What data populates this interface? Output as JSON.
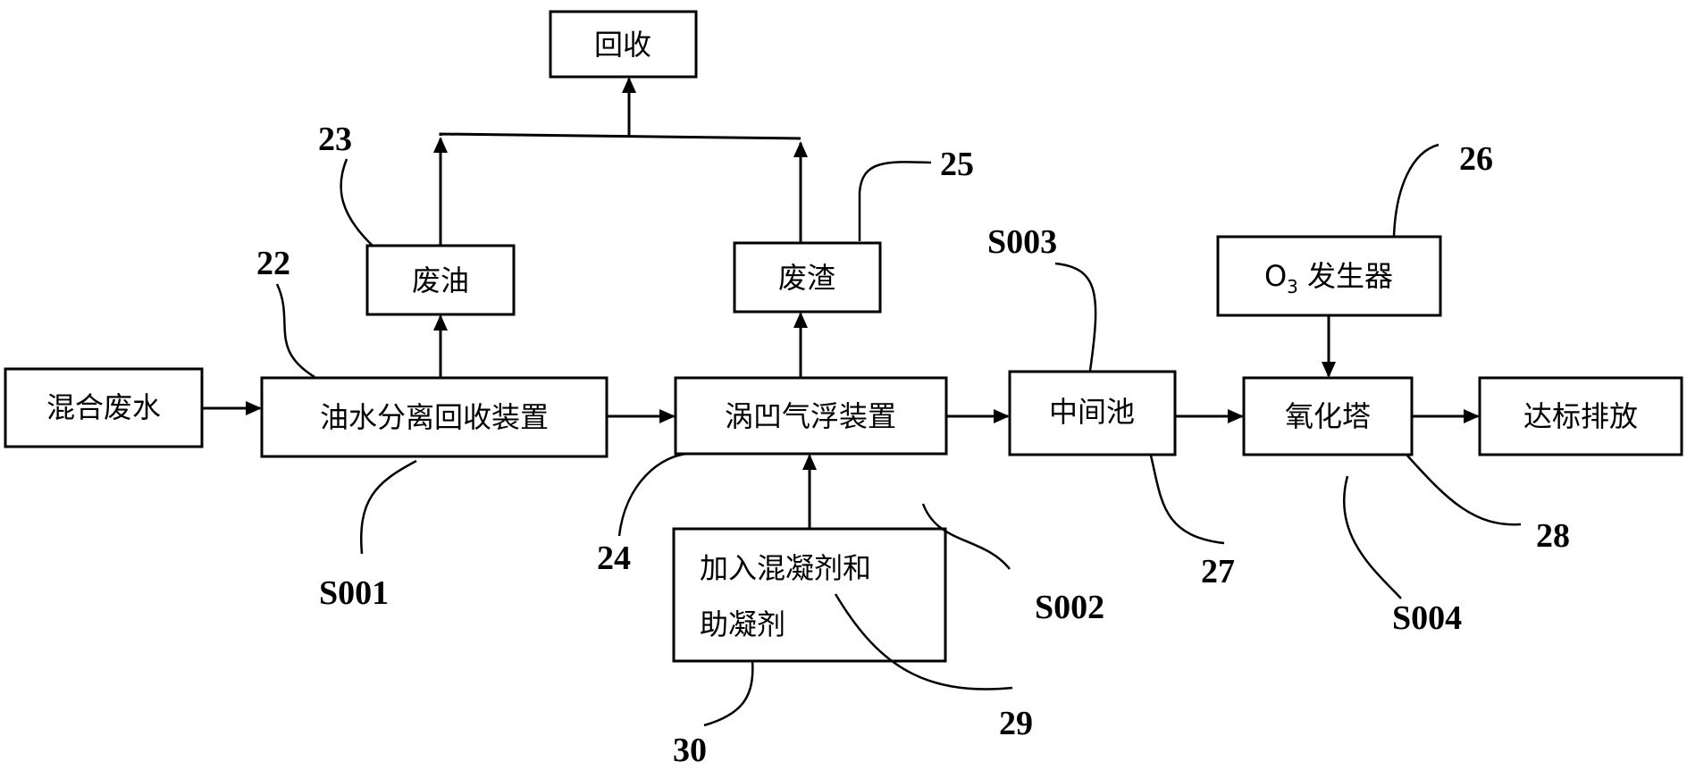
{
  "boxes": {
    "mixed_wastewater": "混合废水",
    "oil_water_separator": "油水分离回收装置",
    "waste_oil": "废油",
    "recovery": "回收",
    "cavitation_air_flotation": "涡凹气浮装置",
    "waste_residue": "废渣",
    "coagulant_line1": "加入混凝剂和",
    "coagulant_line2": "助凝剂",
    "intermediate_tank": "中间池",
    "ozone_generator_o": "O",
    "ozone_generator_sub": "3",
    "ozone_generator_rest": " 发生器",
    "oxidation_tower": "氧化塔",
    "discharge": "达标排放"
  },
  "refs": {
    "r22": "22",
    "r23": "23",
    "r24": "24",
    "r25": "25",
    "r26": "26",
    "r27": "27",
    "r28": "28",
    "r29": "29",
    "r30": "30",
    "s001": "S001",
    "s002": "S002",
    "s003": "S003",
    "s004": "S004"
  }
}
